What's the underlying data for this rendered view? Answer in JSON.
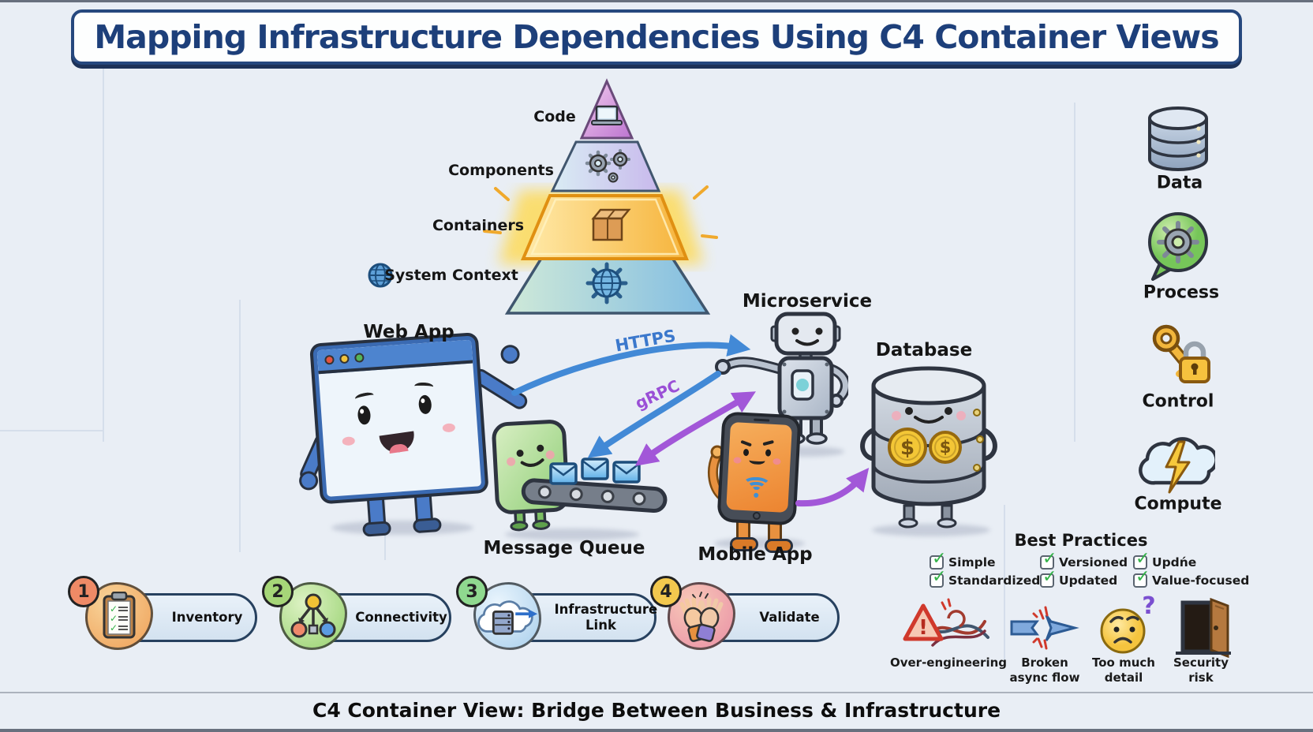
{
  "title": "Mapping Infrastructure Dependencies Using C4 Container Views",
  "footer": "C4 Container View: Bridge Between Business & Infrastructure",
  "pyramid": {
    "levels": [
      {
        "label": "Code",
        "icon": "laptop-icon"
      },
      {
        "label": "Components",
        "icon": "gears-icon"
      },
      {
        "label": "Containers",
        "icon": "package-box-icon",
        "highlighted": true
      },
      {
        "label": "System Context",
        "icon": "globe-icon"
      }
    ]
  },
  "actors": {
    "web_app": "Web App",
    "message_queue": "Message Queue",
    "microservice": "Microservice",
    "mobile_app": "Mobile App",
    "database": "Database"
  },
  "connections": {
    "https": "HTTPS",
    "grpc": "gRPC"
  },
  "coin_symbol": "$",
  "resources": [
    {
      "label": "Data",
      "icon": "database-icon"
    },
    {
      "label": "Process",
      "icon": "gear-speech-bubble-icon"
    },
    {
      "label": "Control",
      "icon": "key-lock-icon"
    },
    {
      "label": "Compute",
      "icon": "cloud-lightning-icon"
    }
  ],
  "best_practices": {
    "title": "Best Practices",
    "check": "✓",
    "row1": [
      "Simple",
      "Versioned",
      "Updńe"
    ],
    "row2": [
      "Standardized",
      "Updated",
      "Value-focused"
    ]
  },
  "anti_patterns": [
    {
      "icon": "warning-tangle-icon",
      "badge": "!",
      "lines": [
        "Over-engineering",
        ""
      ]
    },
    {
      "icon": "broken-arrow-icon",
      "badge": "",
      "lines": [
        "Broken",
        "async flow"
      ]
    },
    {
      "icon": "confused-face-icon",
      "badge": "?",
      "lines": [
        "Too much",
        "detail"
      ]
    },
    {
      "icon": "open-door-icon",
      "badge": "",
      "lines": [
        "Security",
        "risk"
      ]
    }
  ],
  "steps": [
    {
      "number": "1",
      "label": "Inventory",
      "icon": "clipboard-checklist-icon"
    },
    {
      "number": "2",
      "label": "Connectivity",
      "icon": "network-nodes-icon"
    },
    {
      "number": "3",
      "label": "Infrastructure Link",
      "icon": "cloud-server-icon"
    },
    {
      "number": "4",
      "label": "Validate",
      "icon": "high-five-icon"
    }
  ],
  "colors": {
    "title_navy": "#1d3f7a",
    "https_blue": "#4289d6",
    "grpc_purple": "#a257d8",
    "container_gold": "#f6b93e",
    "check_green": "#35b34a",
    "warning_red": "#d0392c"
  }
}
